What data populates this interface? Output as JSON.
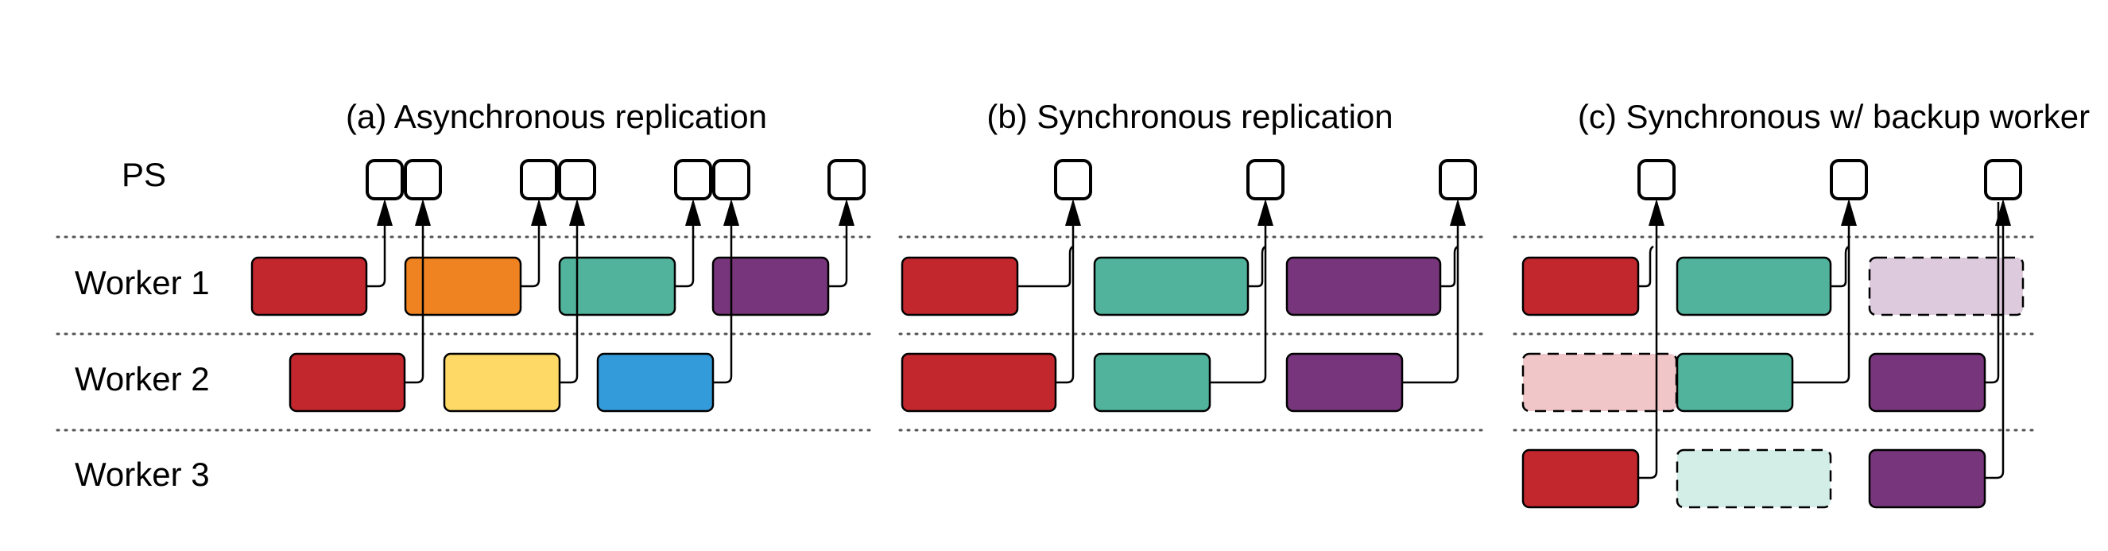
{
  "titles": {
    "a": "(a) Asynchronous replication",
    "b": "(b) Synchronous replication",
    "c": "(c) Synchronous w/ backup worker"
  },
  "rows": {
    "ps": "PS",
    "w1": "Worker 1",
    "w2": "Worker 2",
    "w3": "Worker 3"
  },
  "colors": {
    "red": "#c1272d",
    "orange": "#ef8221",
    "teal": "#51b39c",
    "purple": "#77367b",
    "yellow": "#ffd966",
    "blue": "#349bdb",
    "backup_red": "#f1c6c9",
    "backup_teal": "#d3ede7",
    "backup_purple": "#ddcbdd"
  },
  "panels": {
    "a": {
      "tasks": [
        {
          "row": "w1",
          "color": "red"
        },
        {
          "row": "w1",
          "color": "orange"
        },
        {
          "row": "w1",
          "color": "teal"
        },
        {
          "row": "w1",
          "color": "purple"
        },
        {
          "row": "w2",
          "color": "red"
        },
        {
          "row": "w2",
          "color": "yellow"
        },
        {
          "row": "w2",
          "color": "blue"
        }
      ],
      "ps_updates": 7
    },
    "b": {
      "tasks": [
        {
          "row": "w1",
          "color": "red"
        },
        {
          "row": "w1",
          "color": "teal"
        },
        {
          "row": "w1",
          "color": "purple"
        },
        {
          "row": "w2",
          "color": "red"
        },
        {
          "row": "w2",
          "color": "teal"
        },
        {
          "row": "w2",
          "color": "purple"
        }
      ],
      "ps_updates": 3
    },
    "c": {
      "tasks": [
        {
          "row": "w1",
          "color": "red"
        },
        {
          "row": "w1",
          "color": "teal"
        },
        {
          "row": "w1",
          "color": "backup_purple",
          "backup": true
        },
        {
          "row": "w2",
          "color": "backup_red",
          "backup": true
        },
        {
          "row": "w2",
          "color": "teal"
        },
        {
          "row": "w2",
          "color": "purple"
        },
        {
          "row": "w3",
          "color": "red"
        },
        {
          "row": "w3",
          "color": "backup_teal",
          "backup": true
        },
        {
          "row": "w3",
          "color": "purple"
        }
      ],
      "ps_updates": 3
    }
  }
}
